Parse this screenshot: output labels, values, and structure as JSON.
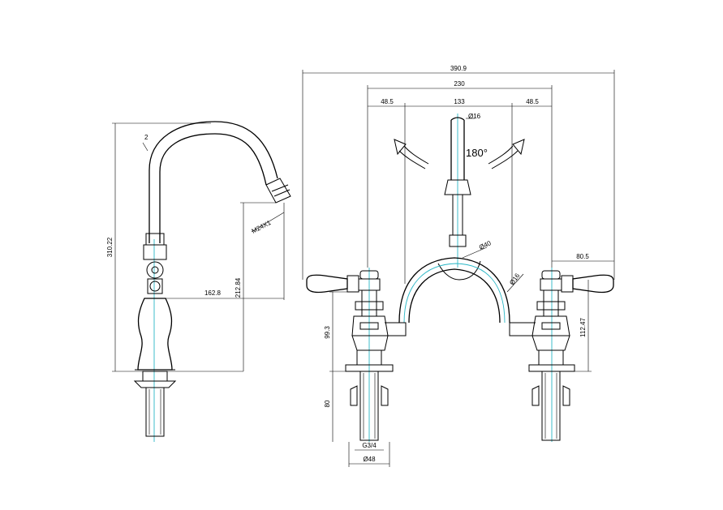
{
  "dimensions": {
    "side_height": "310.22",
    "thread": "M24X1",
    "reach": "162.8",
    "spout_height": "212.84",
    "overall_width": "390.9",
    "centres": "230",
    "left_offset": "48.5",
    "mid_span": "133",
    "right_offset": "48.5",
    "spout_diameter": "Ø16",
    "rotation": "180°",
    "bridge_diameter": "Ø40",
    "tube_diameter": "Ø16",
    "lever_reach": "80.5",
    "left_body_height": "99.3",
    "right_body_height": "112.47",
    "shank_length": "80",
    "connection": "G3/4",
    "flange_diameter": "Ø48"
  },
  "colors": {
    "line": "#000000",
    "centerline": "#2ab7c6"
  }
}
